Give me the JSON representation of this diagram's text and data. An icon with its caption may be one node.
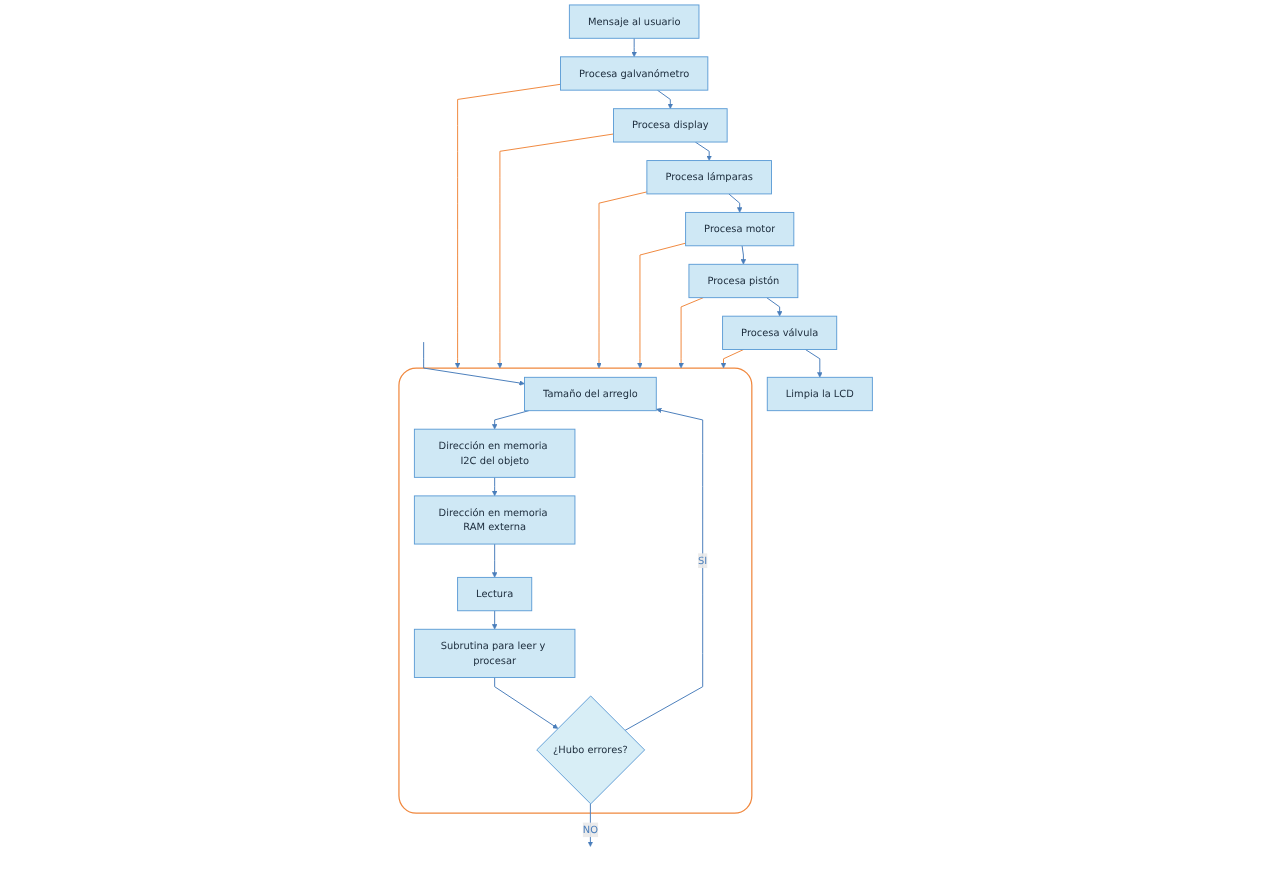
{
  "diagram": {
    "nodes": [
      {
        "text": [
          "Mensaje al usuario"
        ]
      },
      {
        "text": [
          "Procesa galvanómetro"
        ]
      },
      {
        "text": [
          "Procesa display"
        ]
      },
      {
        "text": [
          "Procesa lámparas"
        ]
      },
      {
        "text": [
          "Procesa motor"
        ]
      },
      {
        "text": [
          "Procesa pistón"
        ]
      },
      {
        "text": [
          "Procesa válvula"
        ]
      },
      {
        "text": [
          "Limpia la LCD"
        ]
      },
      {
        "text": [],
        "shape": "box"
      },
      {
        "text": [
          "Tamaño del arreglo"
        ],
        "in": 8
      },
      {
        "text": [
          "Dirección en memoria I2C del objeto"
        ],
        "in": 8
      },
      {
        "text": [
          "Dirección en memoria RAM externa"
        ],
        "in": 8
      },
      {
        "text": [
          "Lectura"
        ],
        "in": 8
      },
      {
        "text": [
          "Subrutina para leer y procesar"
        ],
        "in": 8
      },
      {
        "text": [
          "¿Hubo errores?"
        ],
        "in": 8
      }
    ],
    "edges": [
      {
        "from": 0,
        "to": 1,
        "arrow": "to"
      },
      {
        "from": 1,
        "to": 2,
        "arrow": "to"
      },
      {
        "from": 2,
        "to": 3,
        "arrow": "to"
      },
      {
        "from": 3,
        "to": 4,
        "arrow": "to"
      },
      {
        "from": 4,
        "to": 5,
        "arrow": "to"
      },
      {
        "from": 5,
        "to": 6,
        "arrow": "to"
      },
      {
        "from": 6,
        "to": 7,
        "arrow": "to"
      },
      {
        "from": 1,
        "to": 8,
        "arrow": "to",
        "color": "#f0883e"
      },
      {
        "from": 2,
        "to": 8,
        "arrow": "to",
        "color": "#f0883e"
      },
      {
        "from": 3,
        "to": 8,
        "arrow": "to",
        "color": "#f0883e"
      },
      {
        "from": 4,
        "to": 8,
        "arrow": "to",
        "color": "#f0883e"
      },
      {
        "from": 5,
        "to": 8,
        "arrow": "to",
        "color": "#f0883e"
      },
      {
        "from": 6,
        "to": 8,
        "arrow": "to",
        "color": "#f0883e"
      },
      {
        "from": null,
        "to": 9,
        "arrow": "to"
      },
      {
        "from": 9,
        "to": 10,
        "arrow": "to"
      },
      {
        "from": 10,
        "to": 11,
        "arrow": "to"
      },
      {
        "from": 11,
        "to": 12,
        "arrow": "to"
      },
      {
        "from": 12,
        "to": 13,
        "arrow": "to"
      },
      {
        "from": 13,
        "to": 14,
        "arrow": "to"
      },
      {
        "from": 14,
        "to": 9,
        "arrow": "to",
        "label": "SI"
      },
      {
        "from": 14,
        "to": null,
        "arrow": "to",
        "label": "NO"
      }
    ]
  }
}
